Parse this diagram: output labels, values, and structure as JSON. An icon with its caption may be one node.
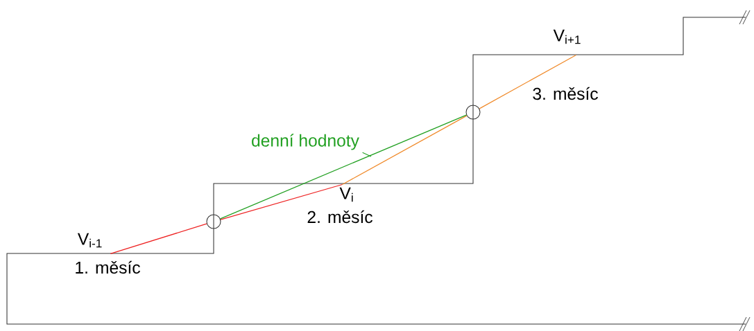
{
  "diagram": {
    "nodes": [
      {
        "text": [
          "V$_{i-1}$"
        ]
      },
      {
        "text": [
          "V$_{i}$"
        ]
      },
      {
        "text": [
          "V$_{i+1}$"
        ]
      },
      {
        "text": [],
        "shape": "circle"
      },
      {
        "text": [],
        "shape": "circle"
      },
      {
        "text": [
          "denní hodnoty"
        ]
      }
    ],
    "edges": [
      {
        "from": 0,
        "to": 3,
        "arrow": "none",
        "color": "#ee2222"
      },
      {
        "from": 3,
        "to": 1,
        "arrow": "none",
        "color": "#ee2222"
      },
      {
        "from": 1,
        "to": 4,
        "arrow": "none",
        "color": "#f08a2a"
      },
      {
        "from": 4,
        "to": 2,
        "arrow": "none",
        "color": "#f08a2a"
      },
      {
        "from": 3,
        "to": 4,
        "arrow": "none",
        "color": "#22a022"
      },
      {
        "from": 5,
        "to": null,
        "arrow": "none",
        "color": "#22a022"
      }
    ],
    "labels": [
      "1. měsíc",
      "2. měsíc",
      "3. měsíc"
    ]
  }
}
